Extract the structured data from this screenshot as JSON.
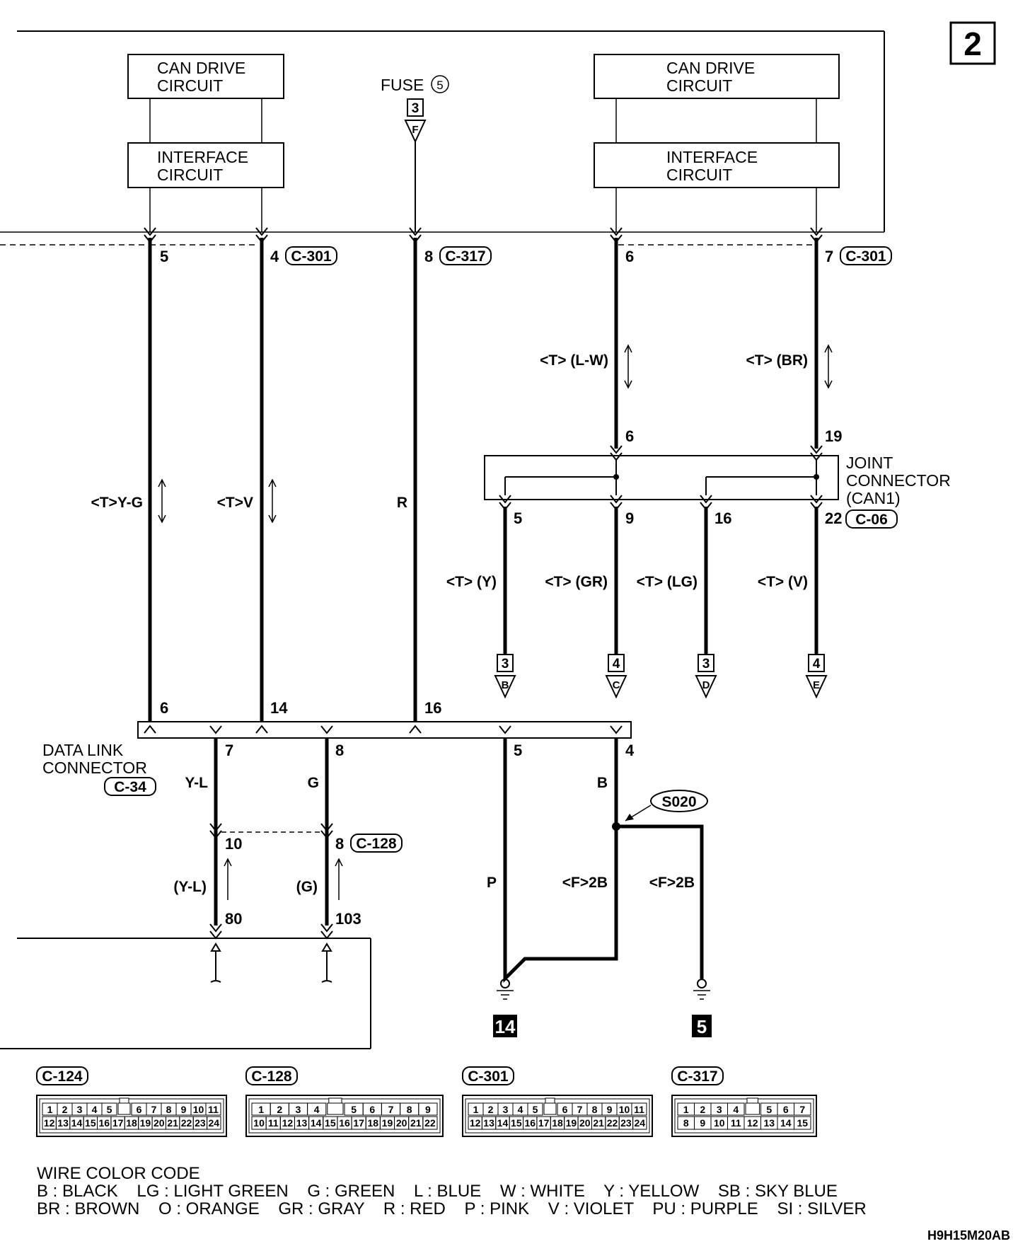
{
  "page_number": "2",
  "drawing_code": "H9H15M20AB",
  "boxes": {
    "can_drive_left": "CAN DRIVE\nCIRCUIT",
    "interface_left": "INTERFACE\nCIRCUIT",
    "can_drive_right": "CAN DRIVE\nCIRCUIT",
    "interface_right": "INTERFACE\nCIRCUIT"
  },
  "fuse": {
    "label": "FUSE",
    "number": "5",
    "ref_num": "3",
    "ref_letter": "F"
  },
  "top_pins": [
    {
      "pin": "5",
      "connector": ""
    },
    {
      "pin": "4",
      "connector": "C-301"
    },
    {
      "pin": "8",
      "connector": "C-317"
    },
    {
      "pin": "6",
      "connector": ""
    },
    {
      "pin": "7",
      "connector": "C-301"
    }
  ],
  "wire_colors": {
    "w1": "<T>Y-G",
    "w2": "<T>V",
    "w3": "R",
    "w4": "<T> (L-W)",
    "w5": "<T> (BR)",
    "j5": "<T> (Y)",
    "j9": "<T> (GR)",
    "j16": "<T> (LG)",
    "j22": "<T> (V)",
    "d7": "Y-L",
    "d8": "G",
    "d5": "P",
    "d4": "B",
    "s1": "(Y-L)",
    "s2": "(G)",
    "g1": "<F>2B",
    "g2": "<F>2B"
  },
  "joint_connector": {
    "name": "JOINT\nCONNECTOR\n(CAN1)",
    "connector": "C-06",
    "in_pins": [
      "6",
      "19"
    ],
    "out_pins": [
      "5",
      "9",
      "16",
      "22"
    ]
  },
  "offpage": [
    {
      "num": "3",
      "letter": "B"
    },
    {
      "num": "4",
      "letter": "C"
    },
    {
      "num": "3",
      "letter": "D"
    },
    {
      "num": "4",
      "letter": "E"
    }
  ],
  "dlc": {
    "name": "DATA LINK\nCONNECTOR",
    "connector": "C-34",
    "top_pins": [
      "6",
      "14",
      "16"
    ],
    "bottom_pins": [
      "7",
      "8",
      "5",
      "4"
    ]
  },
  "c128_pins": [
    "10",
    "8"
  ],
  "c128_label": "C-128",
  "bottom_pins": [
    "80",
    "103"
  ],
  "splice": "S020",
  "grounds": [
    "14",
    "5"
  ],
  "connectors": [
    {
      "name": "C-124",
      "row1": [
        "1",
        "2",
        "3",
        "4",
        "5",
        "",
        "6",
        "7",
        "8",
        "9",
        "10",
        "11"
      ],
      "row2": [
        "12",
        "13",
        "14",
        "15",
        "16",
        "17",
        "18",
        "19",
        "20",
        "21",
        "22",
        "23",
        "24"
      ]
    },
    {
      "name": "C-128",
      "row1": [
        "1",
        "2",
        "3",
        "4",
        "",
        "5",
        "6",
        "7",
        "8",
        "9"
      ],
      "row2": [
        "10",
        "11",
        "12",
        "13",
        "14",
        "15",
        "16",
        "17",
        "18",
        "19",
        "20",
        "21",
        "22"
      ]
    },
    {
      "name": "C-301",
      "row1": [
        "1",
        "2",
        "3",
        "4",
        "5",
        "",
        "6",
        "7",
        "8",
        "9",
        "10",
        "11"
      ],
      "row2": [
        "12",
        "13",
        "14",
        "15",
        "16",
        "17",
        "18",
        "19",
        "20",
        "21",
        "22",
        "23",
        "24"
      ]
    },
    {
      "name": "C-317",
      "row1": [
        "1",
        "2",
        "3",
        "4",
        "",
        "5",
        "6",
        "7"
      ],
      "row2": [
        "8",
        "9",
        "10",
        "11",
        "12",
        "13",
        "14",
        "15"
      ]
    }
  ],
  "legend": {
    "title": "WIRE COLOR CODE",
    "line1": "B : BLACK    LG : LIGHT GREEN    G : GREEN    L : BLUE    W : WHITE    Y : YELLOW    SB : SKY BLUE",
    "line2": "BR : BROWN    O : ORANGE    GR : GRAY    R : RED    P : PINK    V : VIOLET    PU : PURPLE    SI : SILVER"
  }
}
